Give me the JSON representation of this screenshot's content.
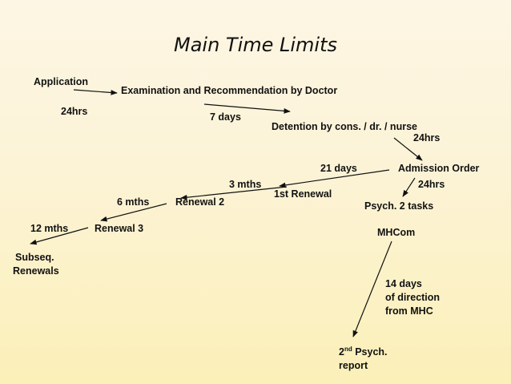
{
  "title": "Main Time Limits",
  "nodes": {
    "application": "Application",
    "examination": "Examination and Recommendation by Doctor",
    "detention": "Detention by cons. / dr. / nurse",
    "admission_order": "Admission Order",
    "first_renewal": "1st Renewal",
    "renewal_2": "Renewal 2",
    "renewal_3": "Renewal 3",
    "subseq_line1": "Subseq.",
    "subseq_line2": "Renewals",
    "psych_tasks": "Psych. 2 tasks",
    "mhcom": "MHCom",
    "second_psych_ordinal": "2",
    "second_psych_suffix": "nd",
    "second_psych_word": " Psych.",
    "second_psych_line2": "report"
  },
  "durations": {
    "d_24hrs_a": "24hrs",
    "d_7days": "7 days",
    "d_24hrs_b": "24hrs",
    "d_21days": "21 days",
    "d_24hrs_c": "24hrs",
    "d_3mths": "3 mths",
    "d_6mths": "6 mths",
    "d_12mths": "12 mths",
    "d_14days_line1": "14 days",
    "d_14days_line2": "of direction",
    "d_14days_line3": "from MHC"
  }
}
